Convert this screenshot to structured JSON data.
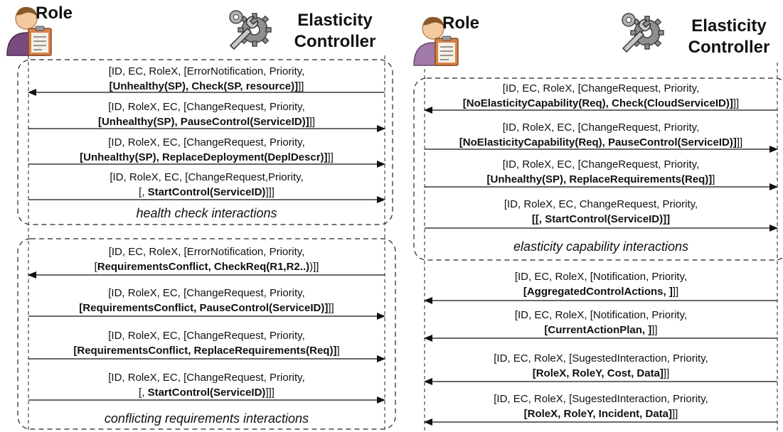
{
  "left": {
    "role_label": "Role",
    "ec_label_1": "Elasticity",
    "ec_label_2": "Controller",
    "groups": [
      {
        "caption": "health check interactions",
        "messages": [
          {
            "line1": "[ID, EC, RoleX, [ErrorNotification, Priority,",
            "pre": "",
            "bold": "[Unhealthy(SP), Check(SP, resource)]",
            "post": "]]",
            "direction": "to-role"
          },
          {
            "line1": "[ID, RoleX, EC, [ChangeRequest, Priority,",
            "pre": "",
            "bold": "[Unhealthy(SP), PauseControl(ServiceID)]",
            "post": "]]",
            "direction": "to-ec"
          },
          {
            "line1": "[ID, RoleX, EC, [ChangeRequest, Priority,",
            "pre": "",
            "bold": "[Unhealthy(SP), ReplaceDeployment(DeplDescr)]",
            "post": "]]",
            "direction": "to-ec"
          },
          {
            "line1": "[ID, RoleX, EC, [ChangeRequest,Priority,",
            "pre": "[, ",
            "bold": "StartControl(ServiceID)",
            "post": "]]]",
            "direction": "to-ec"
          }
        ]
      },
      {
        "caption": "conflicting requirements interactions",
        "messages": [
          {
            "line1": "[ID, EC, RoleX, [ErrorNotification, Priority,",
            "pre": "[",
            "bold": "RequirementsConflict, CheckReq(R1,R2..)",
            "post": ")]]",
            "direction": "to-role"
          },
          {
            "line1": "[ID, RoleX, EC, [ChangeRequest, Priority,",
            "pre": "",
            "bold": "[RequirementsConflict, PauseControl(ServiceID)]",
            "post": "]]",
            "direction": "to-ec"
          },
          {
            "line1": "[ID, RoleX, EC, [ChangeRequest, Priority,",
            "pre": "",
            "bold": "[RequirementsConflict, ReplaceRequirements(Req)]",
            "post": "]",
            "direction": "to-ec"
          },
          {
            "line1": "[ID, RoleX, EC, [ChangeRequest, Priority,",
            "pre": "[, ",
            "bold": "StartControl(ServiceID)",
            "post": "]]]",
            "direction": "to-ec"
          }
        ]
      }
    ]
  },
  "right": {
    "role_label": "Role",
    "ec_label_1": "Elasticity",
    "ec_label_2": "Controller",
    "groups": [
      {
        "caption": "elasticity capability interactions",
        "messages": [
          {
            "line1": "[ID, EC, RoleX, [ChangeRequest, Priority,",
            "pre": "",
            "bold": "[NoElasticityCapability(Req), Check(CloudServiceID)]",
            "post": "]]",
            "direction": "to-role"
          },
          {
            "line1": "[ID, RoleX, EC, [ChangeRequest, Priority,",
            "pre": "",
            "bold": "[NoElasticityCapability(Req), PauseControl(ServiceID)]",
            "post": "]]",
            "direction": "to-ec"
          },
          {
            "line1": "[ID, RoleX, EC, [ChangeRequest, Priority,",
            "pre": "",
            "bold": "[Unhealthy(SP), ReplaceRequirements(Req)]",
            "post": "]",
            "direction": "to-ec"
          },
          {
            "line1": "[ID, RoleX, EC, ChangeRequest, Priority,",
            "pre": "",
            "bold": "[[, StartControl(ServiceID)]]",
            "post": "",
            "direction": "to-ec"
          }
        ]
      },
      {
        "caption": "",
        "messages": [
          {
            "line1": "[ID, EC, RoleX, [Notification, Priority,",
            "pre": "",
            "bold": "[AggregatedControlActions, ]",
            "post": "]]",
            "direction": "to-role"
          },
          {
            "line1": "[ID, EC, RoleX, [Notification, Priority,",
            "pre": "",
            "bold": "[CurrentActionPlan, ]",
            "post": "]]",
            "direction": "to-role"
          },
          {
            "line1": "[ID, EC, RoleX, [SugestedInteraction, Priority,",
            "pre": "",
            "bold": "[RoleX, RoleY, Cost, Data]",
            "post": "]]",
            "direction": "to-role"
          },
          {
            "line1": "[ID, EC, RoleX, [SugestedInteraction, Priority,",
            "pre": "",
            "bold": "[RoleX, RoleY, Incident, Data]",
            "post": "]]",
            "direction": "to-role"
          }
        ]
      }
    ]
  },
  "icons": {
    "role": "person-with-clipboard-icon",
    "controller": "gears-wrench-icon"
  },
  "colors": {
    "role_body": "#7a4a7f",
    "role_skin": "#f3c9a0",
    "clipboard": "#d9824a",
    "gear": "#8f8f8f"
  }
}
